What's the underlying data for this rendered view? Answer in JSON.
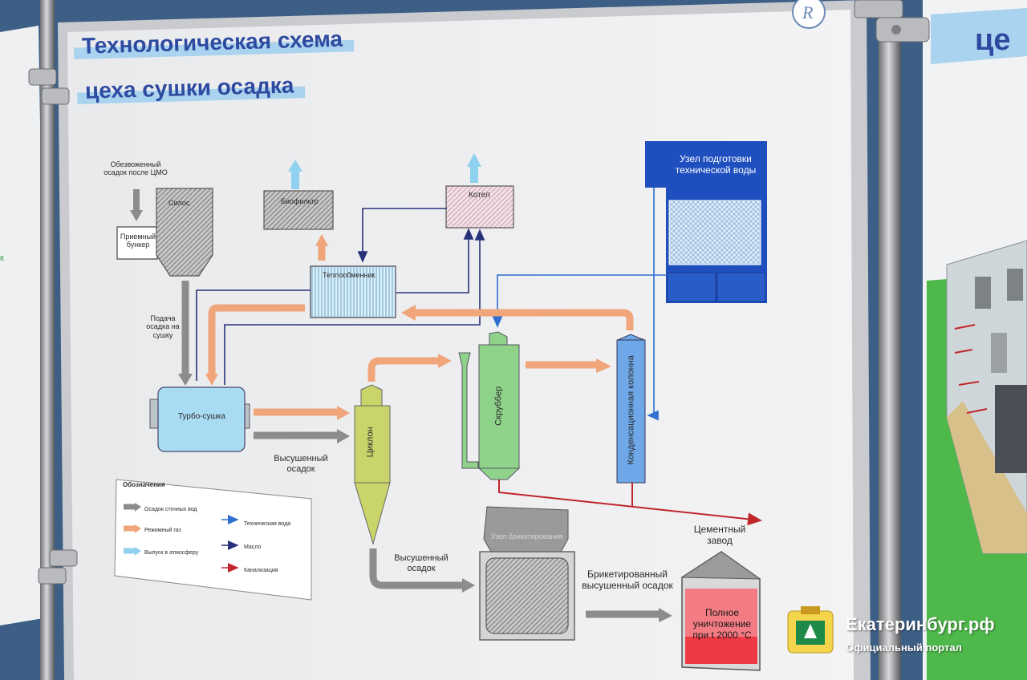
{
  "poster": {
    "title_line1": "Технологическая схема",
    "title_line2": "цеха сушки осадка",
    "blocks": {
      "input_label": "Обезвоженный осадок после ЦМО",
      "receiving_hopper": "Приемный бункер",
      "silo": "Силос",
      "feed_label": "Подача осадка на сушку",
      "biofilter": "Биофильтр",
      "boiler": "Котел",
      "heat_exchanger": "Теплообменник",
      "water_unit": "Узел подготовки технической воды",
      "turbo_dryer": "Турбо-сушка",
      "dried_sludge_1": "Высушенный осадок",
      "cyclone": "Циклон",
      "scrubber": "Скруббер",
      "condenser": "Конденсационная колонна",
      "dried_sludge_2": "Высушенный осадок",
      "briquetted": "Брикетированный высушенный осадок",
      "cement_plant": "Цементный завод",
      "destruction": "Полное уничтожение при t 2000 °С"
    },
    "legend": {
      "title": "Обозначения",
      "items": [
        {
          "label": "Осадок сточных вод",
          "color": "#8c8c8c"
        },
        {
          "label": "Режимный газ",
          "color": "#f0a57a"
        },
        {
          "label": "Выпуск в атмосферу",
          "color": "#8fd1ee"
        },
        {
          "label": "Техническая вода",
          "color": "#2f6fd0"
        },
        {
          "label": "Масло",
          "color": "#28327a"
        },
        {
          "label": "Канализация",
          "color": "#c0262a"
        }
      ]
    }
  },
  "watermark": {
    "site": "Екатеринбург.рф",
    "subtitle": "Официальный портал"
  },
  "colors": {
    "title": "#2d4aa0",
    "title_highlight": "#a9d3ee",
    "cyclone": "#c9d46a",
    "scrubber": "#8fd38a",
    "condenser": "#6ea8e8",
    "turbo_dryer": "#a9dcf2",
    "water_unit": "#1f4fbf",
    "destruction": "#ef3a45"
  }
}
